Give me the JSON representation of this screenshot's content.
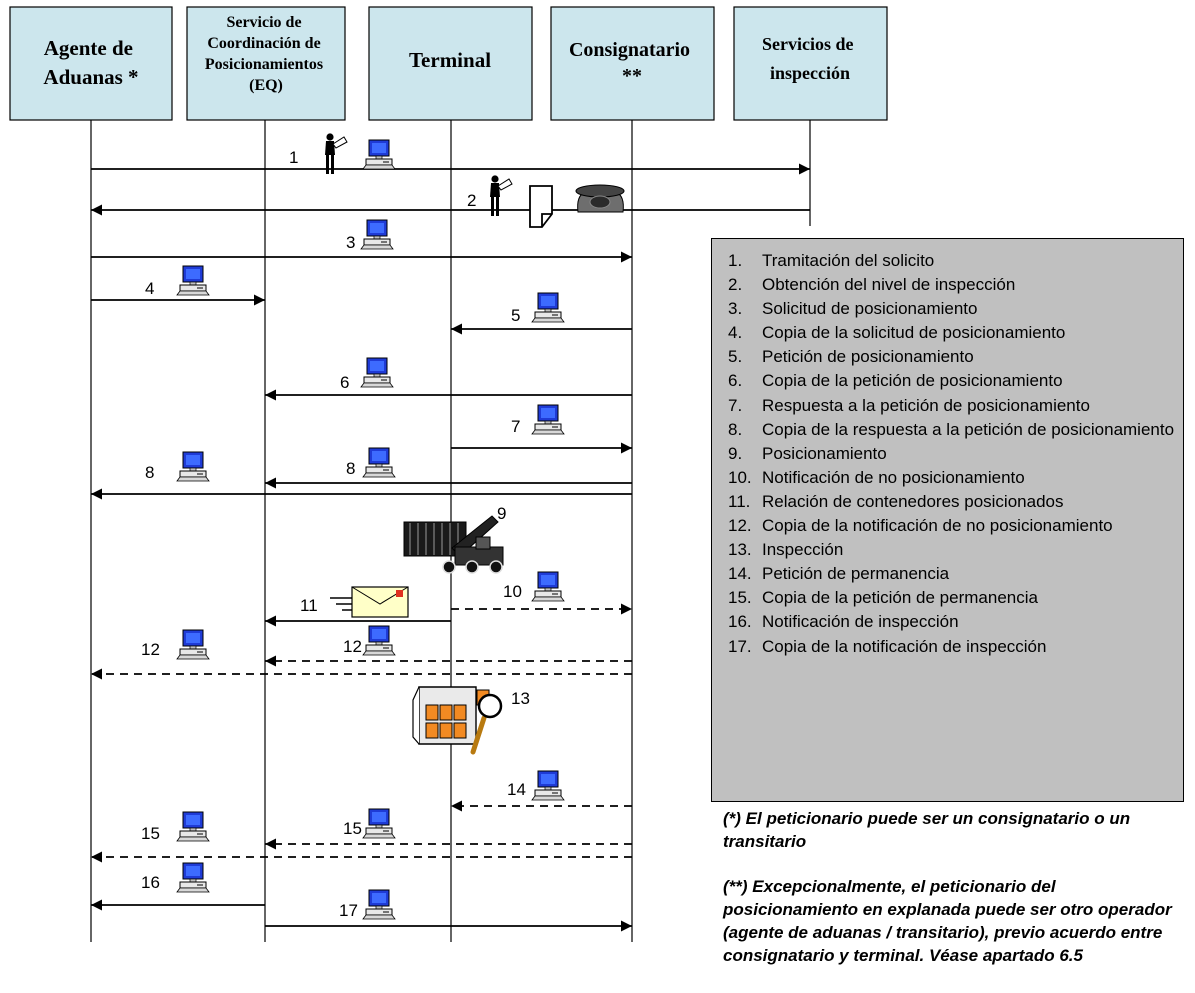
{
  "lanes": [
    {
      "lines": [
        "Agente de",
        "Aduanas *"
      ]
    },
    {
      "lines": [
        "Servicio de",
        "Coordinación de",
        "Posicionamientos",
        "(EQ)"
      ]
    },
    {
      "lines": [
        "Terminal"
      ]
    },
    {
      "lines": [
        "Consignatario",
        "**"
      ]
    },
    {
      "lines": [
        "Servicios de",
        "inspección"
      ]
    }
  ],
  "flow_labels": [
    "1",
    "2",
    "3",
    "4",
    "5",
    "6",
    "7",
    "8",
    "8",
    "9",
    "10",
    "11",
    "12",
    "12",
    "13",
    "14",
    "15",
    "15",
    "16",
    "17"
  ],
  "icons": [
    "person-icon",
    "computer-icon",
    "document-icon",
    "telephone-icon",
    "forklift-icon",
    "envelope-icon",
    "container-inspection-icon",
    "magnifier-icon"
  ],
  "legend": [
    {
      "num": "1.",
      "text": "Tramitación del solicito"
    },
    {
      "num": "2.",
      "text": "Obtención del nivel de inspección"
    },
    {
      "num": "3.",
      "text": "Solicitud de posicionamiento"
    },
    {
      "num": "4.",
      "text": "Copia de la solicitud de posicionamiento"
    },
    {
      "num": "5.",
      "text": "Petición de posicionamiento"
    },
    {
      "num": "6.",
      "text": "Copia de la petición de posicionamiento"
    },
    {
      "num": "7.",
      "text": "Respuesta a la petición de posicionamiento"
    },
    {
      "num": "8.",
      "text": "Copia de la respuesta a la petición de posicionamiento"
    },
    {
      "num": "9.",
      "text": "Posicionamiento"
    },
    {
      "num": "10.",
      "text": "Notificación de no posicionamiento"
    },
    {
      "num": "11.",
      "text": "Relación de contenedores posicionados"
    },
    {
      "num": "12.",
      "text": "Copia de la notificación de no posicionamiento"
    },
    {
      "num": "13.",
      "text": "Inspección"
    },
    {
      "num": "14.",
      "text": "Petición de permanencia"
    },
    {
      "num": "15.",
      "text": "Copia de la petición de permanencia"
    },
    {
      "num": "16.",
      "text": "Notificación de inspección"
    },
    {
      "num": "17.",
      "text": "Copia de la notificación de inspección"
    }
  ],
  "notes": {
    "note1": "(*) El peticionario puede ser un consignatario o un transitario",
    "note2": "(**) Excepcionalmente, el peticionario del posicionamiento en explanada puede ser otro operador  (agente de aduanas / transitario), previo acuerdo entre consignatario y terminal. Véase apartado 6.5"
  },
  "colors": {
    "lane_fill": "#cce6ed",
    "legend_fill": "#c0c0c0",
    "monitor": "#1f3bd6",
    "envelope": "#ffffc8",
    "container": "#f28a22"
  }
}
